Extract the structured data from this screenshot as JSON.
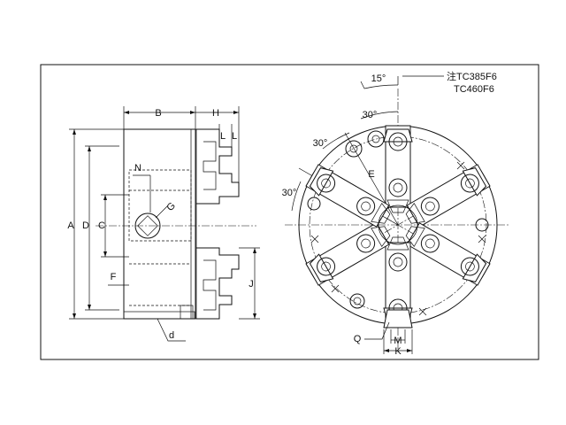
{
  "labels": {
    "A": "A",
    "B": "B",
    "C": "C",
    "D": "D",
    "F": "F",
    "G": "G",
    "H": "H",
    "J": "J",
    "L1": "L",
    "L2": "L",
    "N": "N",
    "d": "d",
    "E": "E",
    "K": "K",
    "M": "M",
    "Q": "Q"
  },
  "angles": {
    "a15": "15°",
    "a30_top": "30°",
    "a30_mid": "30°",
    "a30_left": "30°"
  },
  "notes": {
    "line1": "注TC385F6",
    "line2": "TC460F6"
  }
}
